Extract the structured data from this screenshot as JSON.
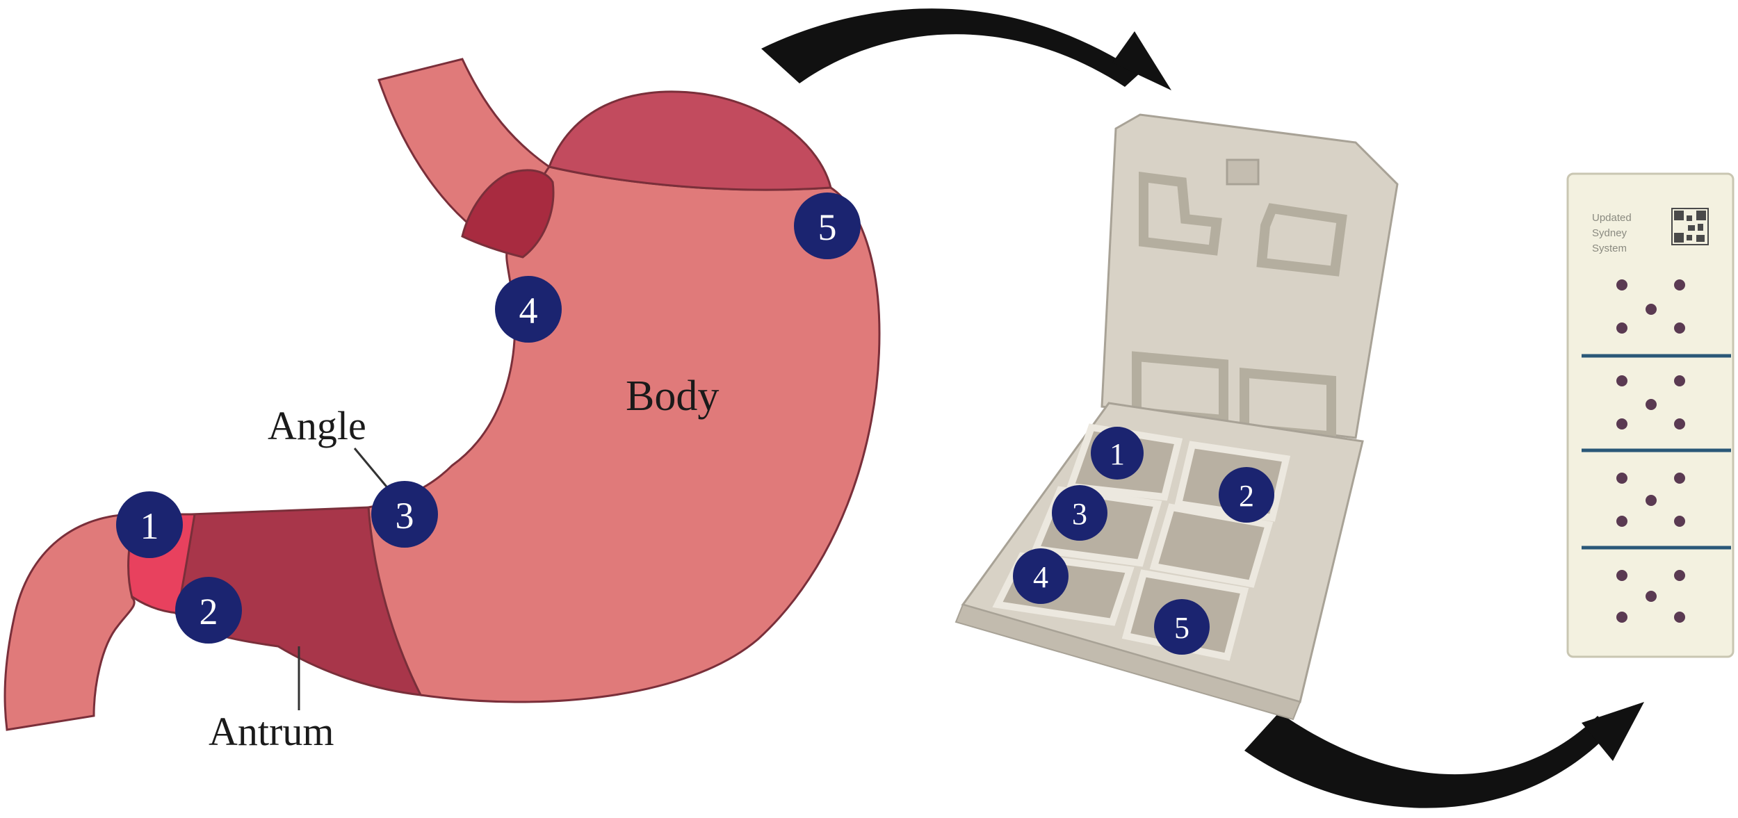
{
  "stomach": {
    "regions": {
      "body": "Body",
      "angle": "Angle",
      "antrum": "Antrum"
    },
    "biopsy_sites": [
      "1",
      "2",
      "3",
      "4",
      "5"
    ]
  },
  "cassette": {
    "sites": [
      "1",
      "2",
      "3",
      "4",
      "5"
    ]
  },
  "slide": {
    "label_lines": [
      "Updated",
      "Sydney",
      "System"
    ]
  },
  "colors": {
    "stomach_main": "#e07a7a",
    "stomach_dark": "#a8364a",
    "fundus": "#c24b5e",
    "pylorus": "#e8415e",
    "badge": "#1b2470",
    "cassette": "#d8d2c6",
    "slide": "#f3f1e0",
    "slide_line": "#2a5878",
    "dot": "#5a3a52",
    "arrow": "#111111"
  }
}
